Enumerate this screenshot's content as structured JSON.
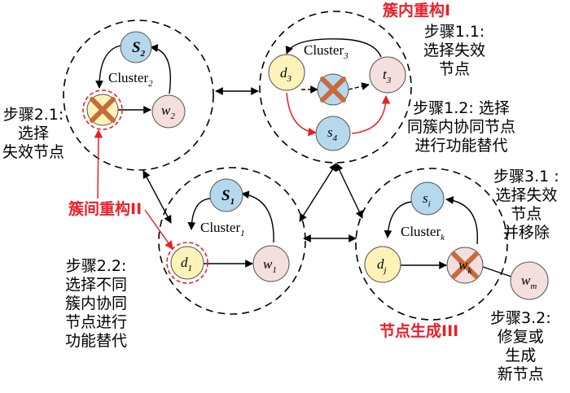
{
  "clusters": {
    "c2": {
      "label": "Cluster",
      "sub": "2",
      "head": "S",
      "head_sub": "2",
      "member": "w",
      "member_sub": "2"
    },
    "c3": {
      "label": "Cluster",
      "sub": "3",
      "node_d": "d",
      "node_d_sub": "3",
      "node_t": "t",
      "node_t_sub": "3",
      "node_s": "s",
      "node_s_sub": "4"
    },
    "c1": {
      "label": "Cluster",
      "sub": "1",
      "head": "S",
      "head_sub": "1",
      "node_d": "d",
      "node_d_sub": "1",
      "member": "w",
      "member_sub": "1"
    },
    "ck": {
      "label": "Cluster",
      "sub": "k",
      "head": "s",
      "head_sub": "i",
      "node_d": "d",
      "node_d_sub": "j",
      "node_w": "w",
      "node_w_sub": "k",
      "outside": "w",
      "outside_sub": "m"
    }
  },
  "labels": {
    "title1": "簇内重构I",
    "step11": "步骤1.1:\n选择失效\n节点",
    "step12": "步骤1.2: 选择\n同簇内协同节点\n进行功能替代",
    "step21": "步骤2.1:\n选择\n失效节点",
    "title2": "簇间重构II",
    "step22": "步骤2.2:\n选择不同\n簇内协同\n节点进行\n功能替代",
    "step31": "步骤3.1 :\n选择失效\n节点\n并移除",
    "title3": "节点生成III",
    "step32": "步骤3.2:\n修复或\n生成\n新节点"
  },
  "colors": {
    "head": "#b5d8ec",
    "d_node": "#fdf3b8",
    "w_node": "#f5dede",
    "s4": "#b5d8ec",
    "failed": "#c96a3b",
    "red": "#e8202a"
  }
}
